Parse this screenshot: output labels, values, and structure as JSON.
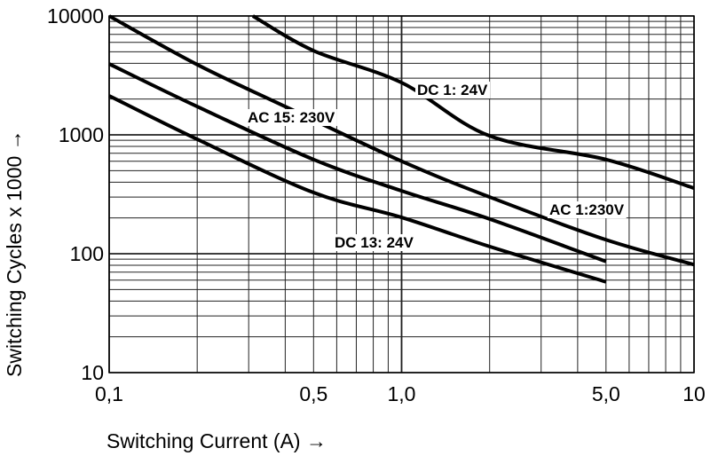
{
  "chart_data": {
    "type": "line",
    "title": "",
    "xlabel": "Switching Current (A) →",
    "ylabel": "Switching Cycles x 1000 →",
    "xscale": "log",
    "yscale": "log",
    "xlim": [
      0.1,
      10
    ],
    "ylim": [
      10,
      10000
    ],
    "grid": true,
    "x_ticks": [
      0.1,
      0.5,
      1.0,
      5.0,
      10
    ],
    "x_tick_labels": [
      "0,1",
      "0,5",
      "1,0",
      "5,0",
      "10"
    ],
    "y_ticks": [
      10,
      100,
      1000,
      10000
    ],
    "y_tick_labels": [
      "10",
      "100",
      "1000",
      "10000"
    ],
    "series": [
      {
        "name": "DC 1: 24V",
        "x": [
          0.31,
          0.5,
          1.0,
          2.0,
          5.0,
          10
        ],
        "y": [
          10000,
          5100,
          2750,
          980,
          620,
          356
        ]
      },
      {
        "name": "AC 1:230V",
        "x": [
          0.1,
          0.2,
          0.4,
          1.0,
          2.0,
          5.0,
          10
        ],
        "y": [
          10000,
          3900,
          1730,
          600,
          300,
          131,
          81
        ]
      },
      {
        "name": "AC 15: 230V",
        "x": [
          0.1,
          0.2,
          0.5,
          1.0,
          2.0,
          5.0
        ],
        "y": [
          3950,
          1730,
          620,
          338,
          196,
          86
        ]
      },
      {
        "name": "DC 13: 24V",
        "x": [
          0.1,
          0.2,
          0.5,
          1.0,
          2.0,
          5.0
        ],
        "y": [
          2130,
          918,
          327,
          202,
          115,
          58
        ]
      }
    ],
    "annotations": [
      "DC 1: 24V",
      "AC 15: 230V",
      "AC 1:230V",
      "DC 13: 24V"
    ]
  }
}
